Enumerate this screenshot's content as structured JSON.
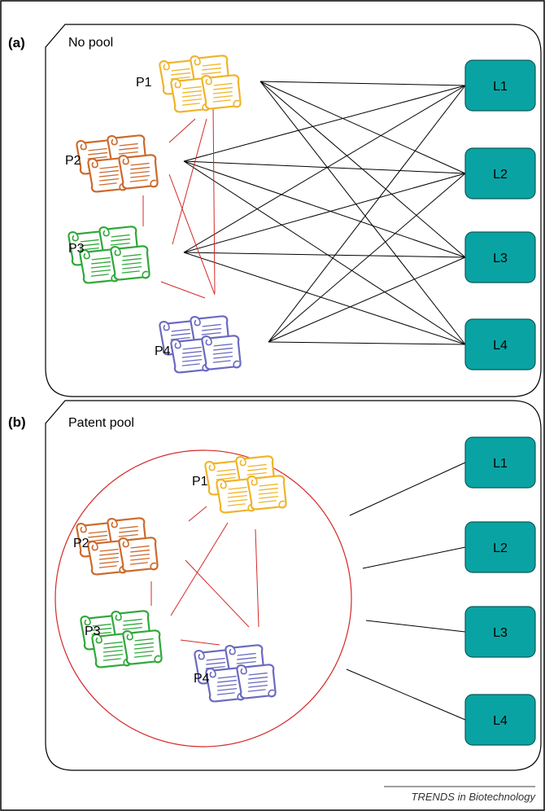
{
  "colors": {
    "licensee_fill": "#0aa3a3",
    "licensee_stroke": "#0a5b5b",
    "patent_link": "#d42828",
    "license_link": "#000000",
    "pool_circle": "#d42828",
    "p1": "#f0b429",
    "p2": "#cc6a2c",
    "p3": "#2fa83a",
    "p4": "#6a6ac0"
  },
  "panel_a": {
    "letter": "(a)",
    "title": "No pool",
    "patents": [
      {
        "id": "P1",
        "label": "P1",
        "color": "p1",
        "icon": "scroll-stack-icon"
      },
      {
        "id": "P2",
        "label": "P2",
        "color": "p2",
        "icon": "scroll-stack-icon"
      },
      {
        "id": "P3",
        "label": "P3",
        "color": "p3",
        "icon": "scroll-stack-icon"
      },
      {
        "id": "P4",
        "label": "P4",
        "color": "p4",
        "icon": "scroll-stack-icon"
      }
    ],
    "licensees": [
      {
        "id": "L1",
        "label": "L1"
      },
      {
        "id": "L2",
        "label": "L2"
      },
      {
        "id": "L3",
        "label": "L3"
      },
      {
        "id": "L4",
        "label": "L4"
      }
    ],
    "patent_links": [
      [
        "P1",
        "P2"
      ],
      [
        "P1",
        "P3"
      ],
      [
        "P1",
        "P4"
      ],
      [
        "P2",
        "P3"
      ],
      [
        "P2",
        "P4"
      ],
      [
        "P3",
        "P4"
      ]
    ],
    "license_links": "all-patents-to-all-licensees"
  },
  "panel_b": {
    "letter": "(b)",
    "title": "Patent pool",
    "patents": [
      {
        "id": "P1",
        "label": "P1",
        "color": "p1",
        "icon": "scroll-stack-icon"
      },
      {
        "id": "P2",
        "label": "P2",
        "color": "p2",
        "icon": "scroll-stack-icon"
      },
      {
        "id": "P3",
        "label": "P3",
        "color": "p3",
        "icon": "scroll-stack-icon"
      },
      {
        "id": "P4",
        "label": "P4",
        "color": "p4",
        "icon": "scroll-stack-icon"
      }
    ],
    "licensees": [
      {
        "id": "L1",
        "label": "L1"
      },
      {
        "id": "L2",
        "label": "L2"
      },
      {
        "id": "L3",
        "label": "L3"
      },
      {
        "id": "L4",
        "label": "L4"
      }
    ],
    "patent_links": [
      [
        "P1",
        "P2"
      ],
      [
        "P1",
        "P3"
      ],
      [
        "P1",
        "P4"
      ],
      [
        "P2",
        "P3"
      ],
      [
        "P2",
        "P4"
      ],
      [
        "P3",
        "P4"
      ]
    ],
    "license_links": "pool-to-each-licensee"
  },
  "footer": {
    "source": "TRENDS in Biotechnology"
  }
}
